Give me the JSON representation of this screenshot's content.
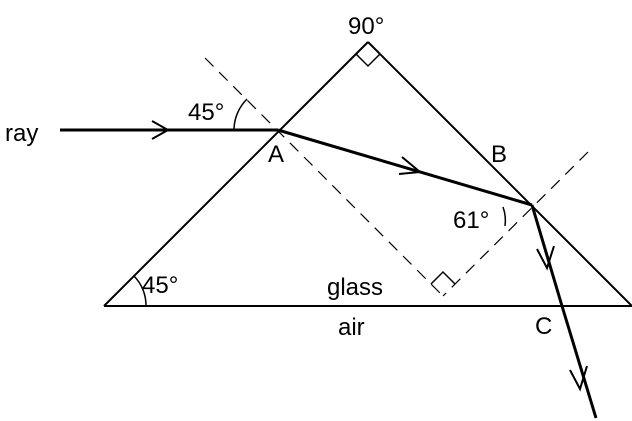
{
  "labels": {
    "ray": "ray",
    "apex_angle": "90°",
    "incident_angle": "45°",
    "base_angle": "45°",
    "point_a": "A",
    "point_b": "B",
    "point_c": "C",
    "angle_at_b": "61°",
    "glass": "glass",
    "air": "air"
  }
}
